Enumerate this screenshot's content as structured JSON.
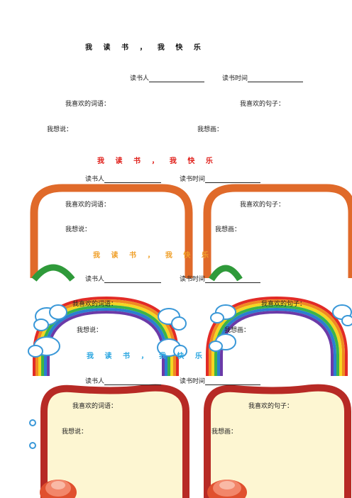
{
  "colors": {
    "title_black": "#111111",
    "title_red": "#e0201b",
    "title_orange": "#f0a02a",
    "title_blue": "#2aa6e0",
    "frame_orange": "#e06a2a",
    "frame_green": "#2f9a3a",
    "frame_dark_red": "#b72a25",
    "frame_fill": "#fdf6d2"
  },
  "sections": [
    {
      "title": "我 读 书 ， 我 快 乐",
      "reader_label": "读书人",
      "time_label": "读书时间",
      "words_label": "我喜欢的词语：",
      "sentences_label": "我喜欢的句子：",
      "say_label": "我想说：",
      "draw_label": "我想画："
    },
    {
      "title": "我 读 书 ， 我 快 乐",
      "reader_label": "读书人",
      "time_label": "读书时间",
      "words_label": "我喜欢的词语：",
      "sentences_label": "我喜欢的句子：",
      "say_label": "我想说：",
      "draw_label": "我想画："
    },
    {
      "title": "我 读 书 ， 我 快 乐",
      "reader_label": "读书人",
      "time_label": "读书时间",
      "words_label": "我喜欢的词语：",
      "sentences_label": "我喜欢的句子：",
      "say_label": "我想说：",
      "draw_label": "我想画："
    },
    {
      "title": "我 读 书 ， 我 快 乐",
      "reader_label": "读书人",
      "time_label": "读书时间",
      "words_label": "我喜欢的词语：",
      "sentences_label": "我喜欢的句子：",
      "say_label": "我想说：",
      "draw_label": "我想画："
    }
  ],
  "icons": [
    "rainbow-icon",
    "cloud-icon",
    "flower-icon",
    "green-arch-icon"
  ]
}
